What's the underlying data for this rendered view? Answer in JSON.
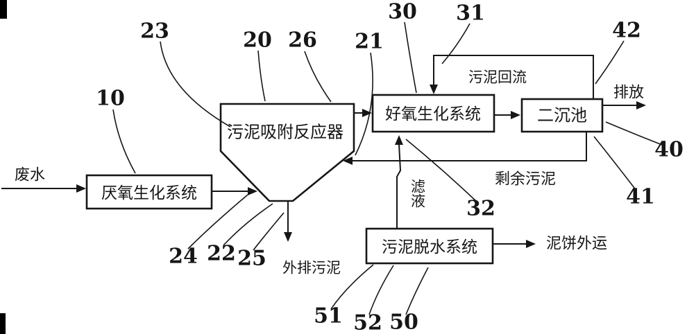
{
  "figure": {
    "background": "#ffffff",
    "line_color": "#161616"
  },
  "nodes": {
    "anaerobic": "厌氧生化系统",
    "reactor": "污泥吸附反应器",
    "aerobic": "好氧生化系统",
    "clarifier": "二沉池",
    "dewatering": "污泥脱水系统"
  },
  "labels": {
    "wastewater": "废水",
    "discharge": "排放",
    "sludge_return": "污泥回流",
    "excess_sludge": "剩余污泥",
    "filtrate": "滤液",
    "drained_sludge": "外排污泥",
    "mud_cake_out": "泥饼外运"
  },
  "refs": {
    "10": "10",
    "20": "20",
    "21": "21",
    "22": "22",
    "23": "23",
    "24": "24",
    "25": "25",
    "26": "26",
    "30": "30",
    "31": "31",
    "32": "32",
    "40": "40",
    "41": "41",
    "42": "42",
    "50": "50",
    "51": "51",
    "52": "52"
  }
}
